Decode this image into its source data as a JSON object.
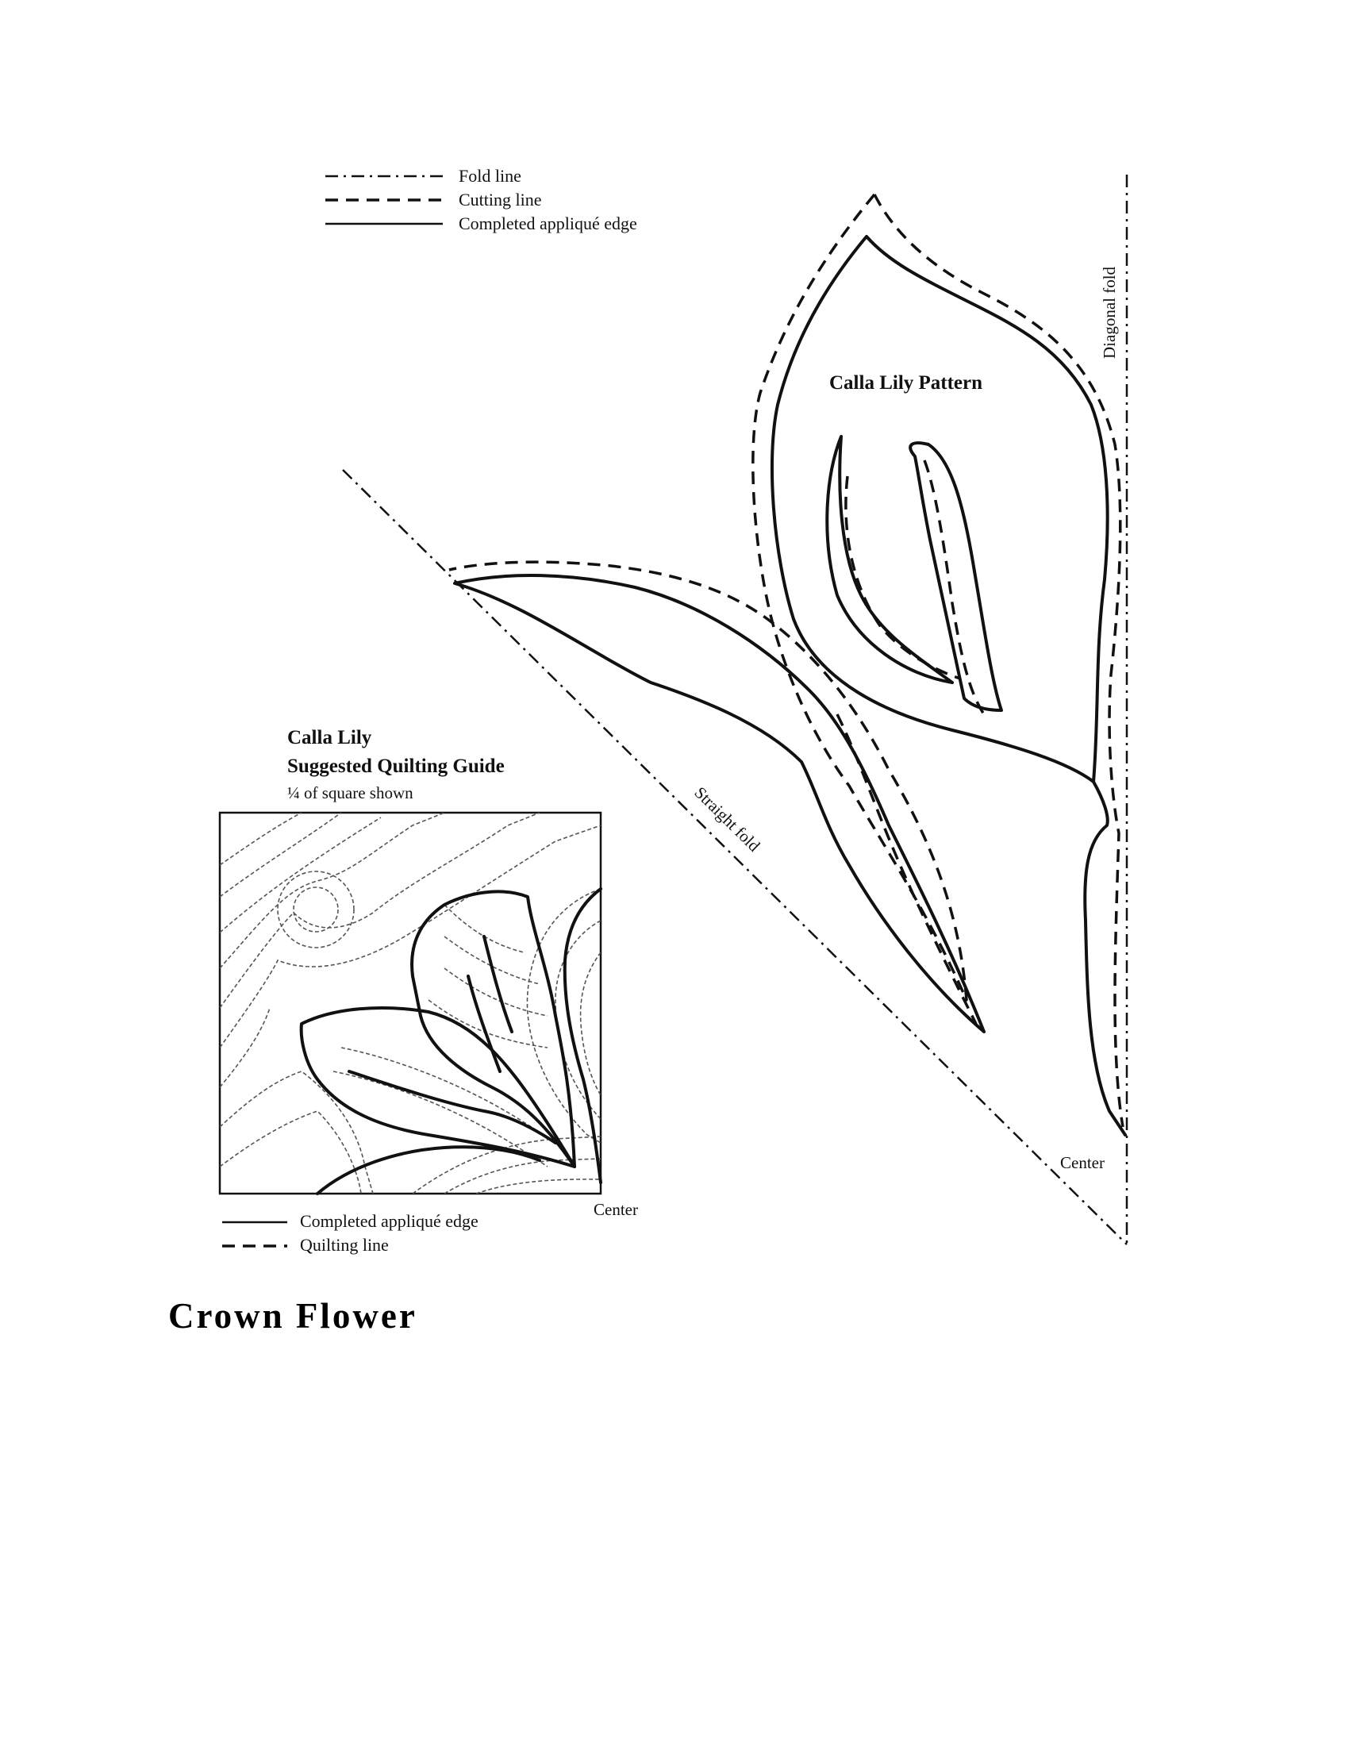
{
  "legend_top": {
    "fold_line": "Fold line",
    "cutting_line": "Cutting line",
    "completed_edge": "Completed appliqué edge"
  },
  "pattern_title": "Calla Lily Pattern",
  "diagonal_fold_label": "Diagonal fold",
  "straight_fold_label": "Straight fold",
  "center_label_pattern": "Center",
  "guide": {
    "title": "Calla Lily",
    "subtitle": "Suggested Quilting Guide",
    "note": "¼ of square shown",
    "center_label": "Center"
  },
  "legend_bottom": {
    "completed_edge": "Completed appliqué edge",
    "quilting_line": "Quilting line"
  },
  "heading": "Crown Flower"
}
